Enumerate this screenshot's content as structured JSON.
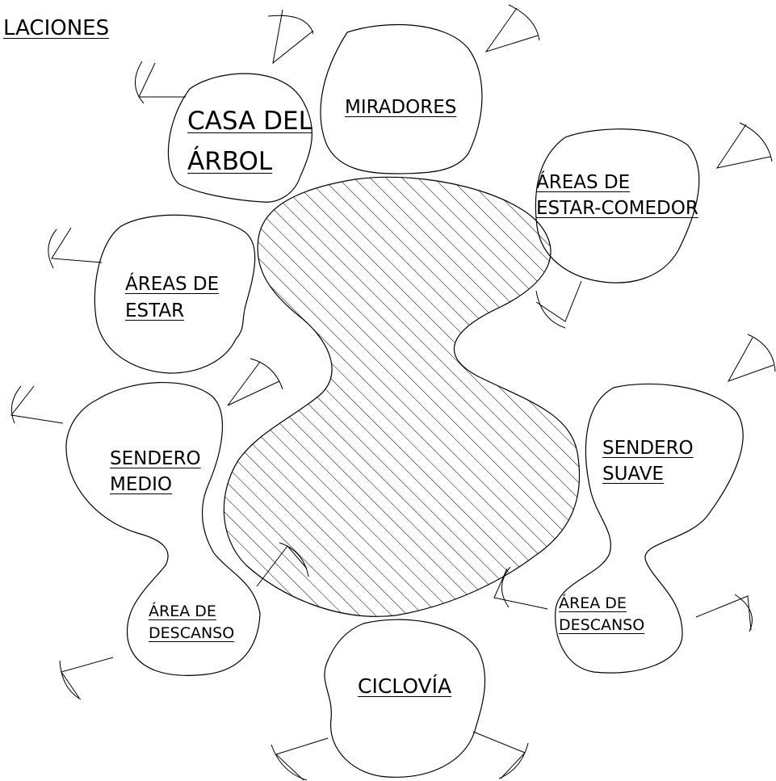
{
  "diagram": {
    "title": "LACIONES",
    "zones": [
      {
        "id": "casa-del-arbol",
        "lines": [
          "CASA DEL",
          "ÁRBOL"
        ]
      },
      {
        "id": "miradores",
        "lines": [
          "MIRADORES"
        ]
      },
      {
        "id": "areas-estar-comedor",
        "lines": [
          "ÁREAS DE",
          "ESTAR-COMEDOR"
        ]
      },
      {
        "id": "areas-de-estar",
        "lines": [
          "ÁREAS DE",
          "ESTAR"
        ]
      },
      {
        "id": "sendero-medio",
        "lines": [
          "SENDERO",
          "MEDIO"
        ]
      },
      {
        "id": "sendero-suave",
        "lines": [
          "SENDERO",
          "SUAVE"
        ]
      },
      {
        "id": "area-descanso-left",
        "lines": [
          "ÁREA DE",
          "DESCANSO"
        ]
      },
      {
        "id": "area-descanso-right",
        "lines": [
          "ÁREA DE",
          "DESCANSO"
        ]
      },
      {
        "id": "ciclovia",
        "lines": [
          "CICLOVÍA"
        ]
      }
    ],
    "hatch_color": "#000000",
    "line_color": "#000000"
  }
}
